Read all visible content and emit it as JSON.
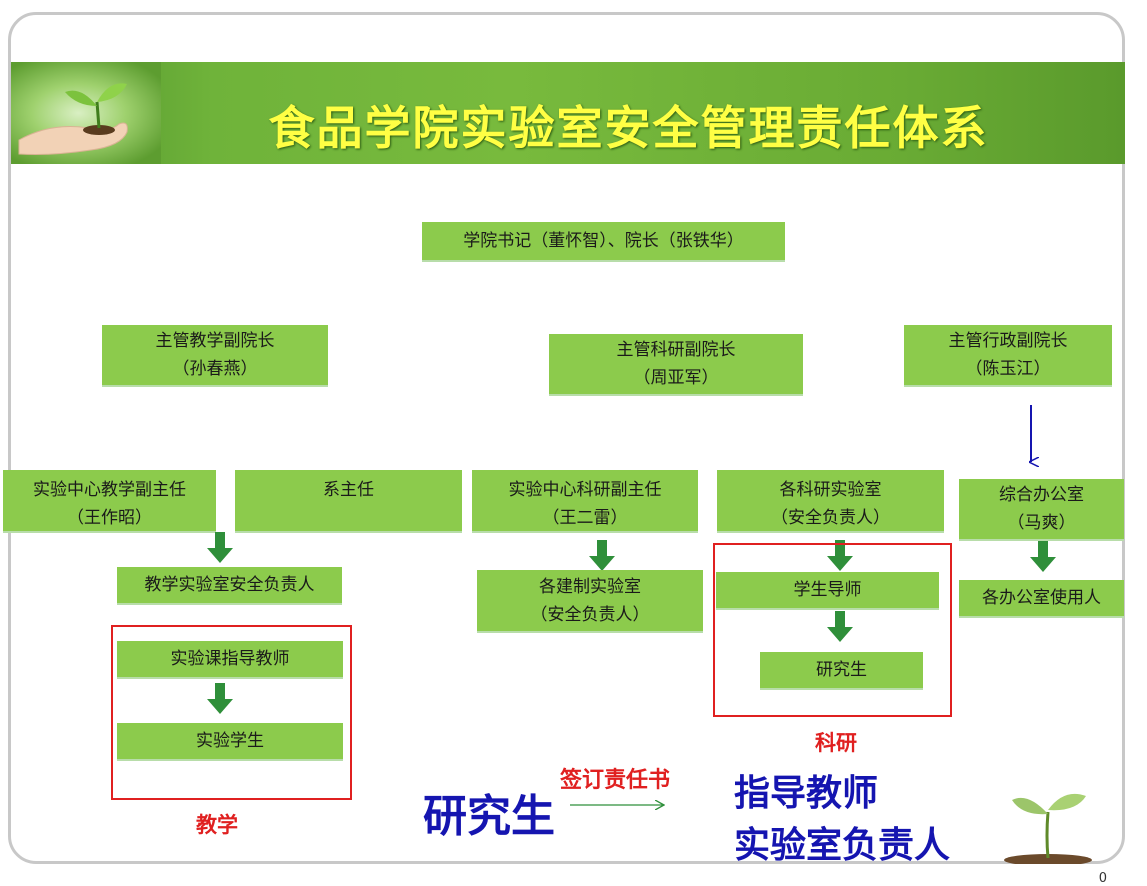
{
  "title": "食品学院实验室安全管理责任体系",
  "colors": {
    "box": "#8ccb4c",
    "red": "#e02020",
    "blue": "#1515b0",
    "arrow_green": "#2f8f3a",
    "title": "#ffff44"
  },
  "top": {
    "label": "学院书记（董怀智）、院长（张铁华）"
  },
  "vp_teaching": {
    "line1": "主管教学副院长",
    "line2": "（孙春燕）"
  },
  "vp_research": {
    "line1": "主管科研副院长",
    "line2": "（周亚军）"
  },
  "vp_admin": {
    "line1": "主管行政副院长",
    "line2": "（陈玉江）"
  },
  "l3": {
    "teach_deputy": {
      "line1": "实验中心教学副主任",
      "line2": "（王作昭）"
    },
    "dept_head": {
      "line1": "系主任"
    },
    "research_deputy": {
      "line1": "实验中心科研副主任",
      "line2": "（王二雷）"
    },
    "research_labs": {
      "line1": "各科研实验室",
      "line2": "（安全负责人）"
    },
    "office": {
      "line1": "综合办公室",
      "line2": "（马爽）"
    }
  },
  "l4": {
    "teach_lab_safety": "教学实验室安全负责人",
    "built_labs": {
      "line1": "各建制实验室",
      "line2": "（安全负责人）"
    },
    "student_advisor": "学生导师",
    "office_users": "各办公室使用人"
  },
  "teaching_group": {
    "instructor": "实验课指导教师",
    "students": "实验学生",
    "label": "教学"
  },
  "research_group": {
    "graduate": "研究生",
    "label": "科研"
  },
  "legend": {
    "from": "研究生",
    "action": "签订责任书",
    "to1": "指导教师",
    "to2": "实验室负责人"
  },
  "page_number": "0"
}
